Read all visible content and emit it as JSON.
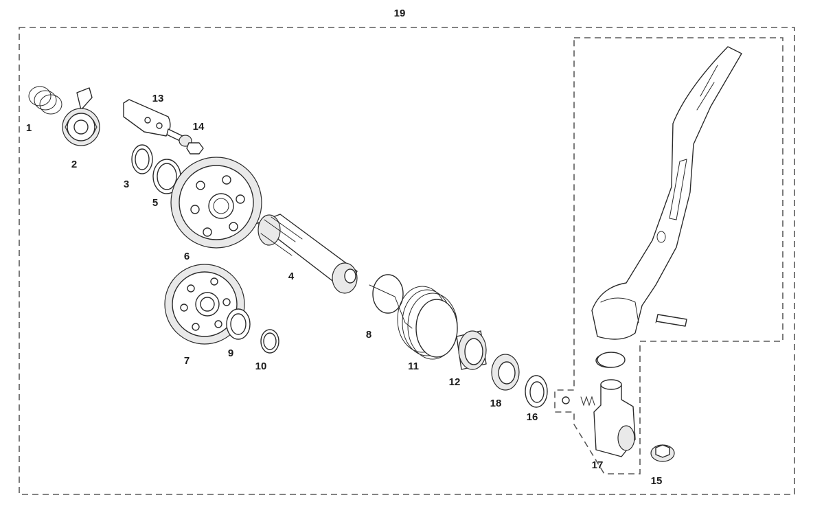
{
  "labels": {
    "p1": "1",
    "p2": "2",
    "p3": "3",
    "p4": "4",
    "p5": "5",
    "p6": "6",
    "p7": "7",
    "p8": "8",
    "p9": "9",
    "p10": "10",
    "p11": "11",
    "p12": "12",
    "p13": "13",
    "p14": "14",
    "p15": "15",
    "p16": "16",
    "p17": "17",
    "p18": "18",
    "p19": "19"
  },
  "colors": {
    "line": "#2b2b2b",
    "fill": "#ffffff",
    "shade": "#e9e9e9",
    "dash": "#5a5a5a"
  }
}
